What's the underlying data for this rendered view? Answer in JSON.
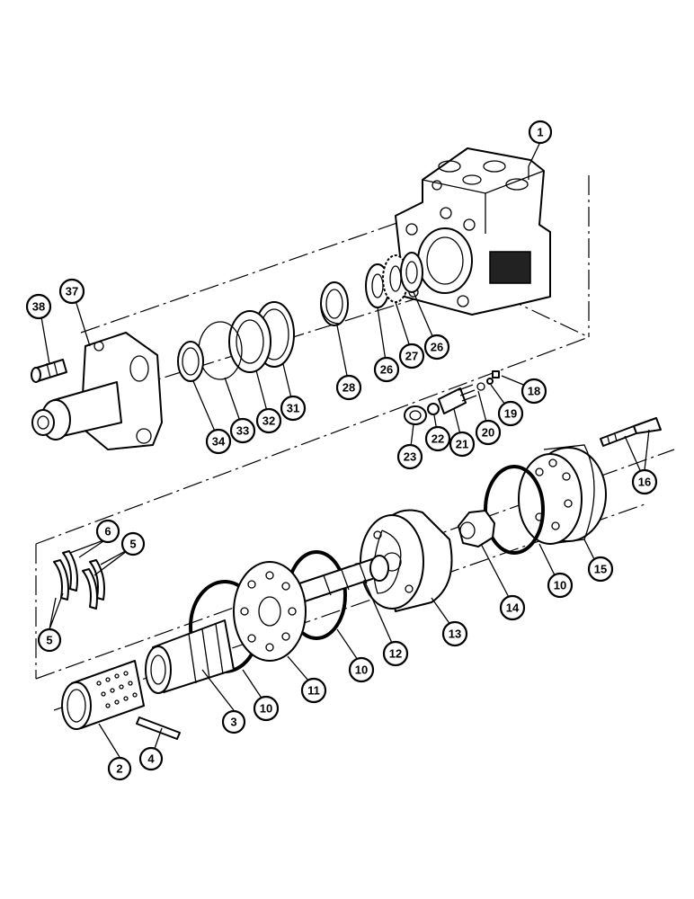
{
  "diagram": {
    "callouts": {
      "p1": "1",
      "p2": "2",
      "p3": "3",
      "p4": "4",
      "p5a": "5",
      "p5b": "5",
      "p6": "6",
      "p10a": "10",
      "p10b": "10",
      "p10c": "10",
      "p11": "11",
      "p12": "12",
      "p13": "13",
      "p14": "14",
      "p15": "15",
      "p16": "16",
      "p18": "18",
      "p19": "19",
      "p20": "20",
      "p21": "21",
      "p22": "22",
      "p23": "23",
      "p26a": "26",
      "p26b": "26",
      "p27": "27",
      "p28": "28",
      "p31": "31",
      "p32": "32",
      "p33": "33",
      "p34": "34",
      "p37": "37",
      "p38": "38"
    }
  }
}
